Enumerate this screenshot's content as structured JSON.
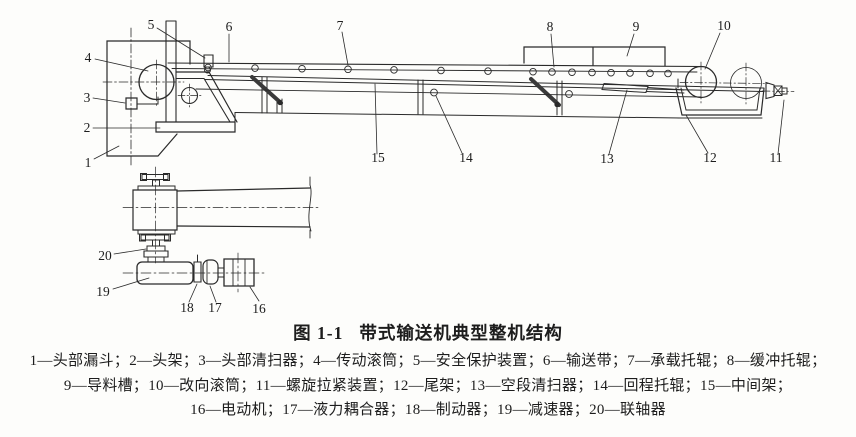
{
  "figure": {
    "caption": {
      "number": "图 1-1",
      "title": "带式输送机典型整机结构"
    },
    "parts": [
      {
        "num": "1",
        "name": "头部漏斗"
      },
      {
        "num": "2",
        "name": "头架"
      },
      {
        "num": "3",
        "name": "头部清扫器"
      },
      {
        "num": "4",
        "name": "传动滚筒"
      },
      {
        "num": "5",
        "name": "安全保护装置"
      },
      {
        "num": "6",
        "name": "输送带"
      },
      {
        "num": "7",
        "name": "承载托辊"
      },
      {
        "num": "8",
        "name": "缓冲托辊"
      },
      {
        "num": "9",
        "name": "导料槽"
      },
      {
        "num": "10",
        "name": "改向滚筒"
      },
      {
        "num": "11",
        "name": "螺旋拉紧装置"
      },
      {
        "num": "12",
        "name": "尾架"
      },
      {
        "num": "13",
        "name": "空段清扫器"
      },
      {
        "num": "14",
        "name": "回程托辊"
      },
      {
        "num": "15",
        "name": "中间架"
      },
      {
        "num": "16",
        "name": "电动机"
      },
      {
        "num": "17",
        "name": "液力耦合器"
      },
      {
        "num": "18",
        "name": "制动器"
      },
      {
        "num": "19",
        "name": "减速器"
      },
      {
        "num": "20",
        "name": "联轴器"
      }
    ],
    "legend": {
      "dash": "—",
      "separator": "；",
      "line_groups": [
        [
          1,
          8
        ],
        [
          9,
          15
        ],
        [
          16,
          20
        ]
      ],
      "trailing_separator_lines": [
        0,
        1
      ]
    }
  },
  "colors": {
    "paper": "#fdfdfb",
    "ink": "#1d1d1d",
    "line": "#2a2a2a"
  }
}
